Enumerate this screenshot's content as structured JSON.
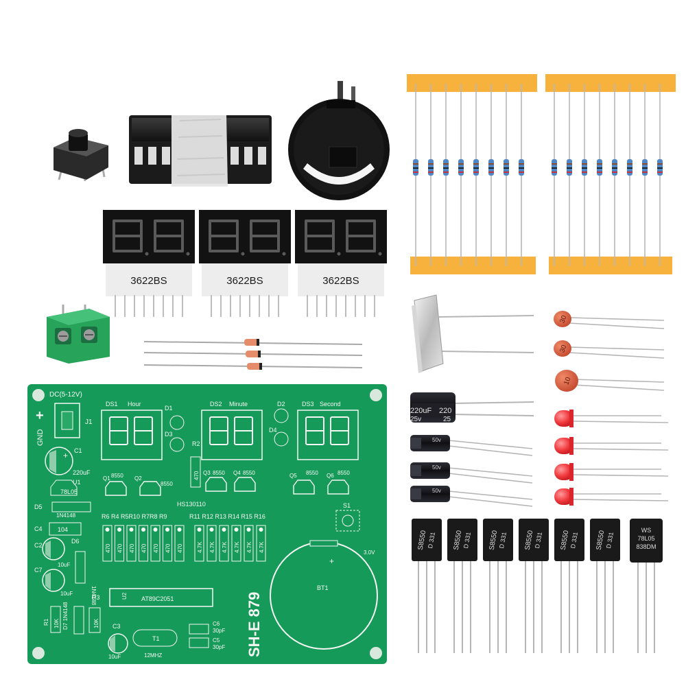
{
  "displays": {
    "label": "3622BS",
    "count": 3
  },
  "pcb": {
    "power_label": "DC(5-12V)",
    "gnd_label": "GND",
    "plus_label": "+",
    "j1": "J1",
    "ds1": "DS1",
    "hour": "Hour",
    "ds2": "DS2",
    "minute": "Minute",
    "ds3": "DS3",
    "second": "Second",
    "d1": "D1",
    "d2": "D2",
    "d3": "D3",
    "d4": "D4",
    "r2": "R2",
    "r2_val": "470",
    "c1": "C1",
    "c1_val": "220uF",
    "u1": "U1",
    "u1_val": "78L05",
    "q1": "Q1",
    "q2": "Q2",
    "q3": "Q3",
    "q4": "Q4",
    "q5": "Q5",
    "q6": "Q6",
    "q_val": "8550",
    "board_id": "HS130110",
    "d5": "D5",
    "d5_val": "1N4148",
    "c4": "C4",
    "c4_val": "104",
    "c2": "C2",
    "d6": "D6",
    "c7": "C7",
    "cap_10uf": "10uF",
    "d6_val": "1N4148",
    "resistor_group_a": "R6 R4 R5R10 R7R8 R9",
    "resistor_group_b": "R11 R12 R13 R14 R15 R16",
    "res_470": "470",
    "res_47k": "4.7K",
    "s1": "S1",
    "bt_voltage": "3.0V",
    "bt1": "BT1",
    "bt_plus": "+",
    "r3": "R3",
    "u2": "U2",
    "mcu": "AT89C2051",
    "r1": "R1",
    "d7": "D7",
    "r1_val": "10K",
    "r3_val": "10K",
    "c3": "C3",
    "c3_val": "10uF",
    "t1": "T1",
    "crystal_freq": "12MHZ",
    "c6": "C6",
    "c5": "C5",
    "c_30pf": "30pF",
    "model": "SH-E 879"
  },
  "parts": {
    "ceramic_caps": [
      "30",
      "30",
      "10"
    ],
    "big_cap_left": "220",
    "big_cap_v": "25",
    "big_cap_uf": "uF",
    "big_cap_v_suffix": "v",
    "small_cap_label": "50v",
    "transistors": [
      {
        "l1": "S8550",
        "l2": "D 331"
      },
      {
        "l1": "S8550",
        "l2": "D 331"
      },
      {
        "l1": "S8550",
        "l2": "D 331"
      },
      {
        "l1": "S8550",
        "l2": "D 331"
      },
      {
        "l1": "S8550",
        "l2": "D 331"
      },
      {
        "l1": "S8550",
        "l2": "D 331"
      }
    ],
    "regulator": {
      "l1": "WS",
      "l2": "78L05",
      "l3": "838DM"
    }
  },
  "colors": {
    "pcb_green": "#169a5a",
    "silkscreen": "#f4f7f2",
    "tape_orange": "#f6b23c",
    "terminal_green": "#27a35a",
    "led_red": "#f0393d",
    "ceramic_orange": "#d9573a"
  }
}
